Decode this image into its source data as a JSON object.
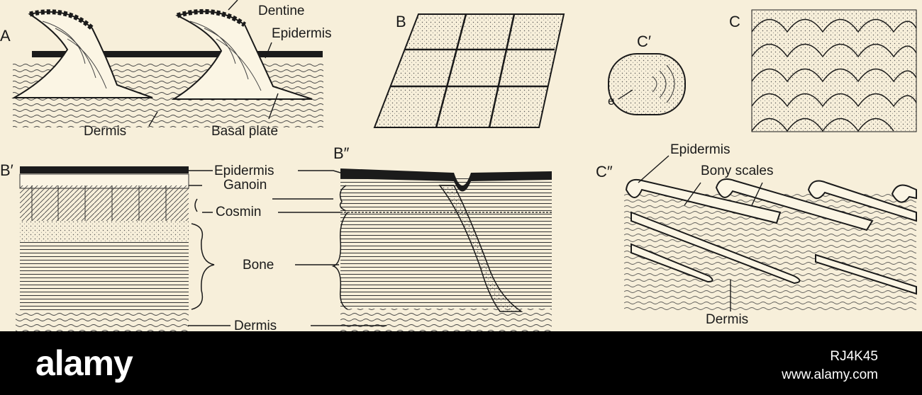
{
  "figure": {
    "panels": {
      "a": "A",
      "b": "B",
      "c_prime": "C′",
      "c": "C",
      "b_prime": "B′",
      "b_double": "B″",
      "c_double": "C″"
    },
    "panel_a": {
      "dentine": "Dentine",
      "epidermis": "Epidermis",
      "dermis": "Dermis",
      "basal_plate": "Basal plate"
    },
    "panel_c_prime": {
      "e": "e"
    },
    "panel_b_sections": {
      "epidermis": "Epidermis",
      "ganoin": "Ganoin",
      "cosmin": "Cosmin",
      "bone": "Bone",
      "dermis": "Dermis"
    },
    "panel_c_double": {
      "epidermis": "Epidermis",
      "bony_scales": "Bony scales",
      "dermis": "Dermis"
    }
  },
  "footer": {
    "logo": "alamy",
    "image_id": "RJ4K45",
    "site": "www.alamy.com"
  },
  "colors": {
    "background": "#f7efda",
    "ink": "#1a1a1a",
    "footer": "#000000"
  }
}
